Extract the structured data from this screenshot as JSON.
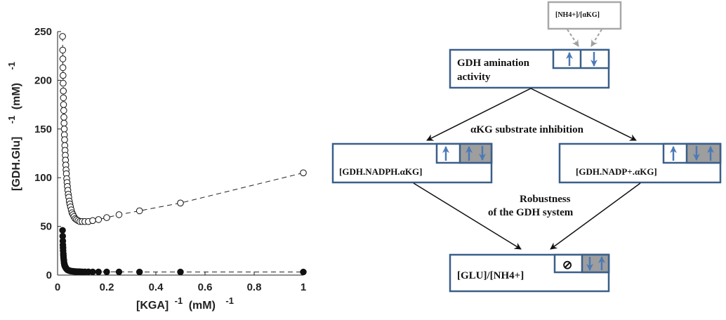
{
  "chart_data": {
    "type": "scatter",
    "xlabel_main": "[KGA]",
    "xlabel_exp": "-1",
    "xlabel_unit": "(mM)",
    "xlabel_unit_exp": "-1",
    "ylabel_main": "[GDH.Glu]",
    "ylabel_exp": "-1",
    "ylabel_unit": "(mM)",
    "ylabel_unit_exp": "-1",
    "xlim": [
      0,
      1
    ],
    "ylim": [
      0,
      250
    ],
    "xticks": [
      "0",
      "0.2",
      "0.4",
      "0.6",
      "0.8",
      "1"
    ],
    "yticks": [
      "0",
      "50",
      "100",
      "150",
      "200",
      "250"
    ],
    "series": [
      {
        "marker": "open",
        "x": [
          0.0204,
          0.0208,
          0.0213,
          0.0217,
          0.0222,
          0.0227,
          0.0233,
          0.0238,
          0.0244,
          0.025,
          0.0256,
          0.0263,
          0.027,
          0.0278,
          0.0286,
          0.0294,
          0.0303,
          0.0313,
          0.0323,
          0.0333,
          0.0345,
          0.0357,
          0.037,
          0.0385,
          0.04,
          0.0417,
          0.0435,
          0.0455,
          0.0476,
          0.05,
          0.0526,
          0.0556,
          0.0588,
          0.0625,
          0.0667,
          0.0714,
          0.0769,
          0.0833,
          0.0909,
          0.1,
          0.1111,
          0.125,
          0.1429,
          0.1667,
          0.2,
          0.25,
          0.3333,
          0.5,
          1.0
        ],
        "y": [
          245,
          231,
          222,
          213,
          205,
          197,
          189,
          182,
          175,
          169,
          162,
          156,
          150,
          144,
          139,
          133,
          128,
          123,
          118,
          113,
          108,
          104,
          99,
          95,
          91,
          87,
          83,
          80,
          76,
          73,
          70,
          67,
          64,
          62,
          60,
          58,
          57,
          56,
          55,
          55,
          55,
          55,
          56,
          57,
          59,
          62,
          66,
          74,
          105
        ]
      },
      {
        "marker": "filled",
        "x": [
          0.0204,
          0.0208,
          0.0213,
          0.0217,
          0.0222,
          0.0227,
          0.0233,
          0.0238,
          0.0244,
          0.025,
          0.0256,
          0.0263,
          0.027,
          0.0278,
          0.0286,
          0.0294,
          0.0303,
          0.0313,
          0.0323,
          0.0333,
          0.0345,
          0.0357,
          0.037,
          0.0385,
          0.04,
          0.0417,
          0.0435,
          0.0455,
          0.0476,
          0.05,
          0.0526,
          0.0556,
          0.0588,
          0.0625,
          0.0667,
          0.0714,
          0.0769,
          0.0833,
          0.0909,
          0.1,
          0.1111,
          0.125,
          0.1429,
          0.1667,
          0.2,
          0.25,
          0.3333,
          0.5,
          1.0
        ],
        "y": [
          46,
          40,
          35,
          31,
          28,
          25,
          22,
          20,
          18,
          16,
          15,
          13,
          12,
          11,
          10,
          9.5,
          9,
          8.5,
          8,
          7.5,
          7,
          6.6,
          6.2,
          5.8,
          5.5,
          5.2,
          5,
          4.8,
          4.6,
          4.4,
          4.2,
          4.1,
          4,
          3.9,
          3.8,
          3.7,
          3.6,
          3.5,
          3.5,
          3.4,
          3.4,
          3.4,
          3.3,
          3.3,
          3.3,
          3.3,
          3.2,
          3.2,
          3.2
        ]
      }
    ]
  },
  "diagram": {
    "top_box": "[NH4+]/[αKG]",
    "gdh_box": [
      "GDH amination",
      "activity"
    ],
    "inhibition_label": "αKG substrate inhibition",
    "left_box": "[GDH.NADPH.αKG]",
    "right_box": "[GDH.NADP+.αKG]",
    "robustness_label": [
      "Robustness",
      "of the GDH system"
    ],
    "bottom_box": "[GLU]/[NH4+]",
    "null_symbol": "⊘",
    "colors": {
      "box_border": "#3a5f8a",
      "arrow_blue": "#4a7ab8",
      "arrow_grey": "#a0a0a0",
      "shade": "#9e9e9e",
      "top_box_border": "#a8a8a8"
    }
  }
}
